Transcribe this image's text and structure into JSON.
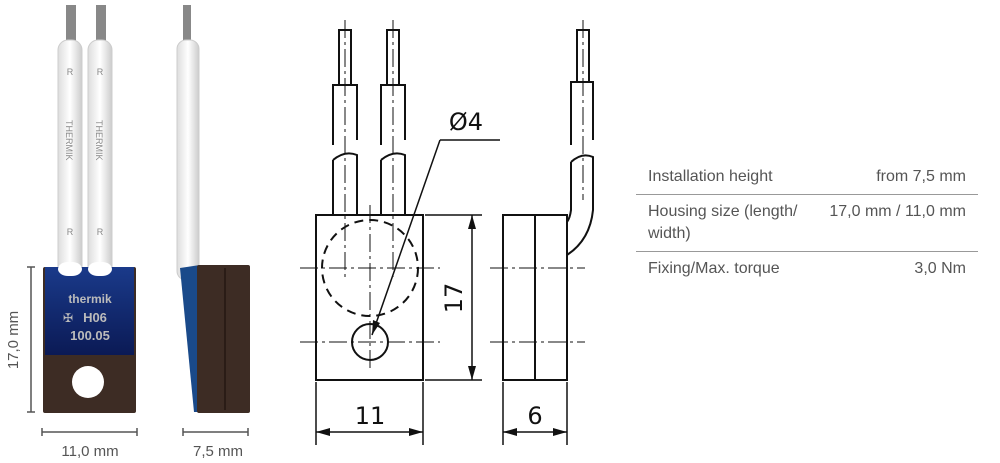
{
  "photo": {
    "height_label": "17,0 mm",
    "width_label": "11,0 mm",
    "depth_label": "7,5 mm",
    "marking": {
      "brand": "thermik",
      "type": "H06",
      "code": "100.05"
    },
    "wire_marking": [
      "R",
      "THERMIK",
      "R"
    ]
  },
  "drawing": {
    "hole_label": "Ø4",
    "height_label": "17",
    "width_label": "11",
    "depth_label": "6"
  },
  "specs": [
    {
      "label": "Installation height",
      "value": "from 7,5 mm"
    },
    {
      "label": "Housing size (length/ width)",
      "value": "17,0 mm / 11,0 mm"
    },
    {
      "label": "Fixing/Max. torque",
      "value": "3,0 Nm"
    }
  ]
}
